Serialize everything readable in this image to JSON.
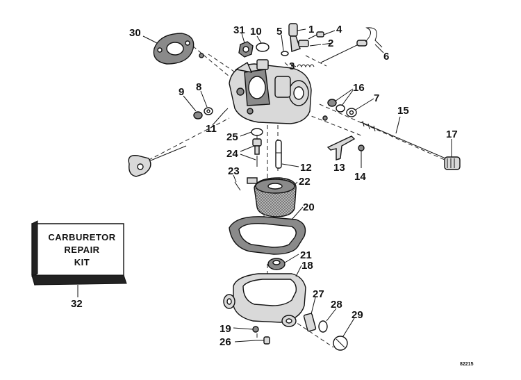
{
  "callouts": {
    "c1": "1",
    "c2": "2",
    "c3": "3",
    "c4": "4",
    "c5": "5",
    "c6": "6",
    "c7": "7",
    "c8": "8",
    "c9": "9",
    "c10": "10",
    "c11": "11",
    "c12": "12",
    "c13": "13",
    "c14": "14",
    "c15": "15",
    "c16": "16",
    "c17": "17",
    "c18": "18",
    "c19": "19",
    "c20": "20",
    "c21": "21",
    "c22": "22",
    "c23": "23",
    "c24": "24",
    "c25": "25",
    "c26": "26",
    "c27": "27",
    "c28": "28",
    "c29": "29",
    "c30": "30",
    "c31": "31",
    "c32": "32"
  },
  "kit_box": {
    "line1": "CARBURETOR",
    "line2": "REPAIR",
    "line3": "KIT"
  },
  "figure_code": "82215"
}
